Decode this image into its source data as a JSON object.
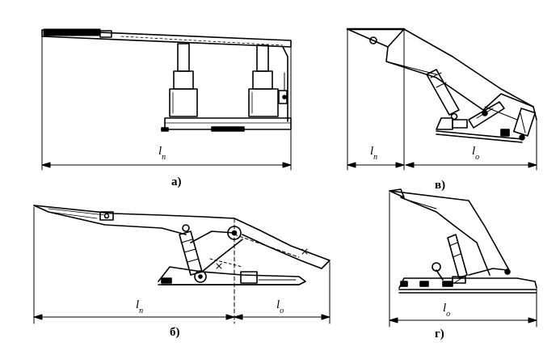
{
  "panels": [
    {
      "id": "a",
      "caption": "а)",
      "dims": [
        {
          "sym": "l",
          "sub": "п"
        }
      ]
    },
    {
      "id": "b",
      "caption": "б)",
      "dims": [
        {
          "sym": "l",
          "sub": "п"
        },
        {
          "sym": "l",
          "sub": "о"
        }
      ]
    },
    {
      "id": "v",
      "caption": "в)",
      "dims": [
        {
          "sym": "l",
          "sub": "п"
        },
        {
          "sym": "l",
          "sub": "о"
        }
      ]
    },
    {
      "id": "g",
      "caption": "г)",
      "dims": [
        {
          "sym": "l",
          "sub": "о"
        }
      ]
    }
  ]
}
